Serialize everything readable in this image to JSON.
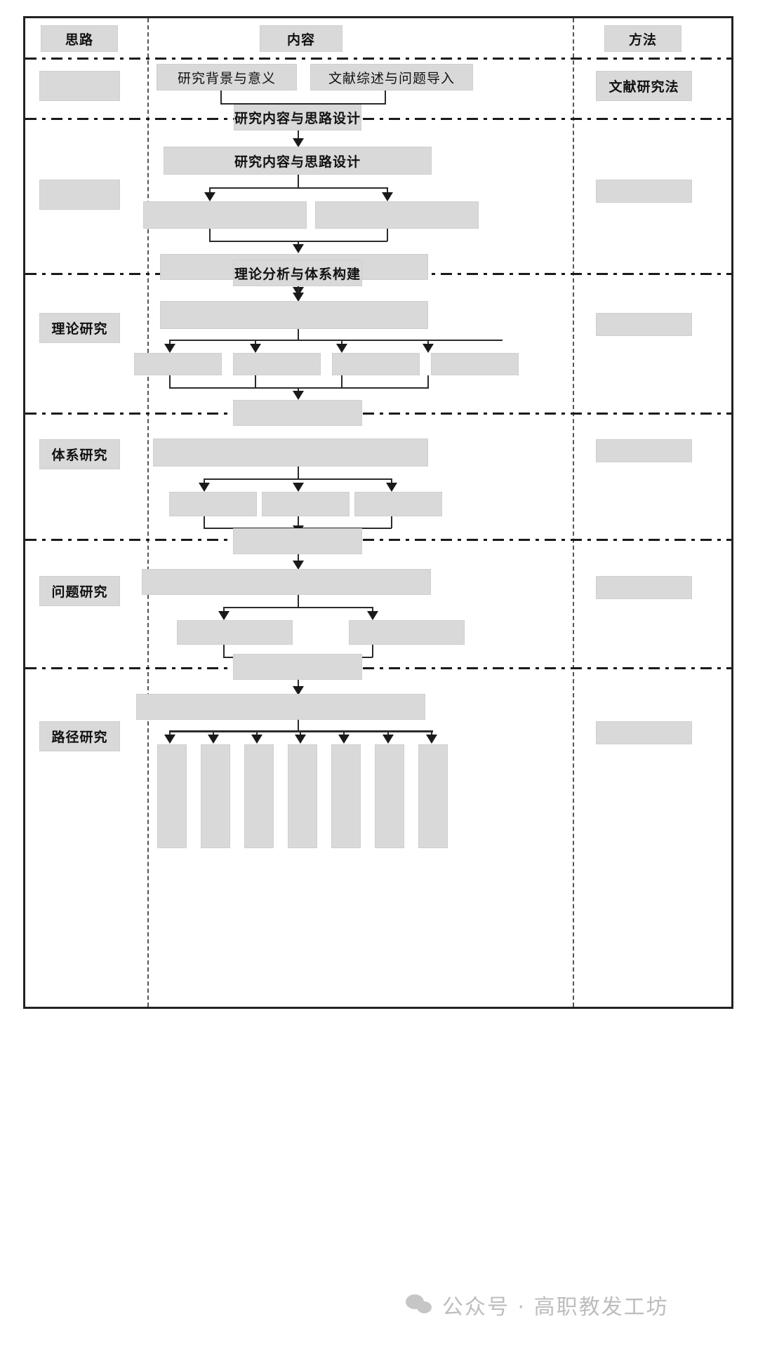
{
  "figure": {
    "columns": [
      {
        "id": "col-idea",
        "header": "思路"
      },
      {
        "id": "col-content",
        "header": "内容"
      },
      {
        "id": "col-method",
        "header": "方法"
      }
    ],
    "stage_labels": [
      "",
      "",
      "理论研究",
      "体系研究",
      "问题研究",
      "路径研究"
    ],
    "method_labels": [
      "文献研究法",
      "",
      "",
      "",
      "",
      ""
    ],
    "nodes": {
      "background": "研究背景与意义",
      "literature_review": "文献综述与问题导入",
      "design_band": "研究内容与思路设计",
      "design_wide": "研究内容与思路设计",
      "theory_band": "理论分析与体系构建",
      "sub_a": "",
      "sub_b": "",
      "merge_1": "",
      "theory_wide": "",
      "theory_1": "",
      "theory_2": "",
      "theory_3": "",
      "theory_4": "",
      "theory_merge": "",
      "system_wide": "",
      "system_1": "",
      "system_2": "",
      "system_3": "",
      "system_merge": "",
      "problem_wide": "",
      "problem_1": "",
      "problem_2": "",
      "problem_merge": "",
      "path_wide": "",
      "path_1": "",
      "path_2": "",
      "path_3": "",
      "path_4": "",
      "path_5": "",
      "path_6": "",
      "path_7": ""
    },
    "colors": {
      "node_fill": "#d9d9d9",
      "line": "#2b2b2b",
      "frame": "#222222",
      "watermark": "#bdbdbd"
    }
  },
  "watermark": {
    "text": "公众号 · 高职教发工坊",
    "icon": "wechat-icon"
  }
}
